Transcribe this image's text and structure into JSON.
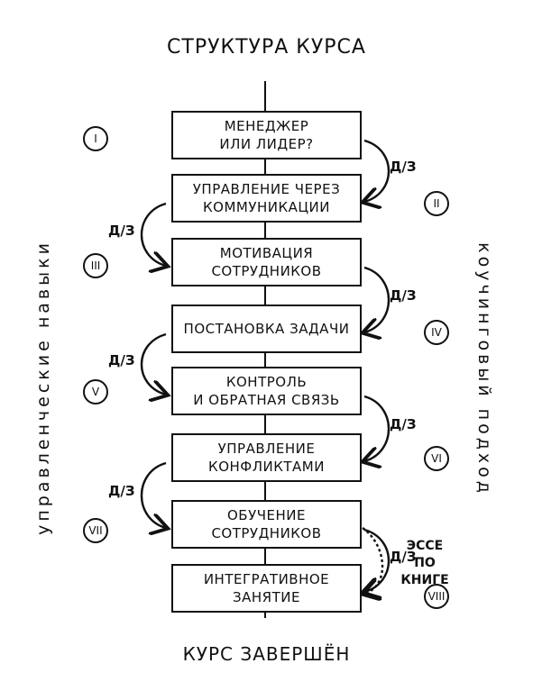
{
  "title": "СТРУКТУРА КУРСА",
  "footer": "КУРС ЗАВЕРШЁН",
  "side_left": "управленческие навыки",
  "side_right": "коучинговый подход",
  "homework_label": "Д/З",
  "essay_label": [
    "ЭССЕ",
    "ПО",
    "КНИГЕ"
  ],
  "stages": [
    {
      "lines": [
        "МЕНЕДЖЕР",
        "ИЛИ ЛИДЕР?"
      ],
      "roman": "I"
    },
    {
      "lines": [
        "УПРАВЛЕНИЕ ЧЕРЕЗ",
        "КОММУНИКАЦИИ"
      ],
      "roman": "II"
    },
    {
      "lines": [
        "МОТИВАЦИЯ",
        "СОТРУДНИКОВ"
      ],
      "roman": "III"
    },
    {
      "lines": [
        "ПОСТАНОВКА ЗАДАЧИ"
      ],
      "roman": "IV"
    },
    {
      "lines": [
        "КОНТРОЛЬ",
        "И ОБРАТНАЯ СВЯЗЬ"
      ],
      "roman": "V"
    },
    {
      "lines": [
        "УПРАВЛЕНИЕ",
        "КОНФЛИКТАМИ"
      ],
      "roman": "VI"
    },
    {
      "lines": [
        "ОБУЧЕНИЕ",
        "СОТРУДНИКОВ"
      ],
      "roman": "VII"
    },
    {
      "lines": [
        "ИНТЕГРАТИВНОЕ",
        "ЗАНЯТИЕ"
      ],
      "roman": "VIII"
    }
  ]
}
